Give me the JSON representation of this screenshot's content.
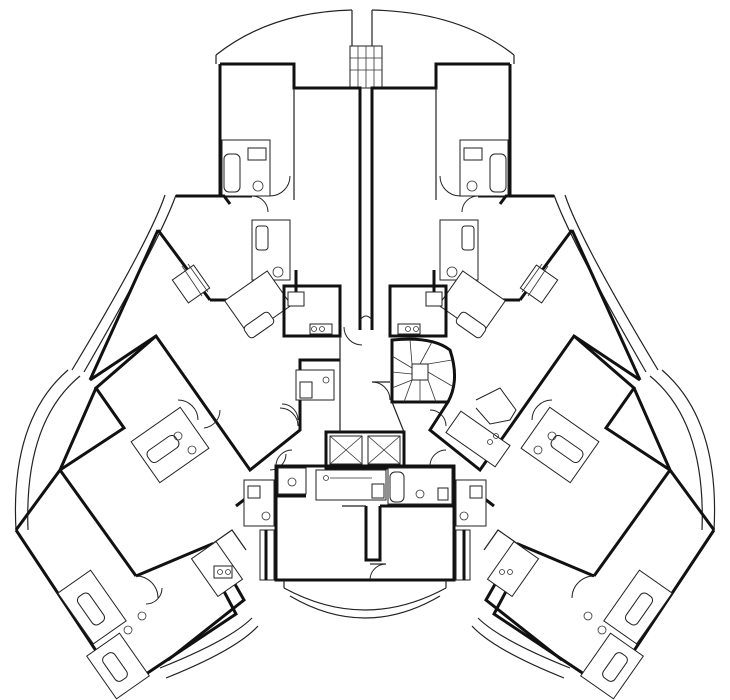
{
  "drawing": {
    "line_color": "#111111",
    "background": "#ffffff"
  },
  "wings": [
    {
      "id": "north",
      "apartments": 2
    },
    {
      "id": "west",
      "apartments": 2
    },
    {
      "id": "east",
      "apartments": 2
    },
    {
      "id": "south-west",
      "apartments": 2
    },
    {
      "id": "south-east",
      "apartments": 2
    },
    {
      "id": "south",
      "apartments": 1
    }
  ],
  "core": {
    "elevators": 2,
    "stair": "spiral"
  }
}
